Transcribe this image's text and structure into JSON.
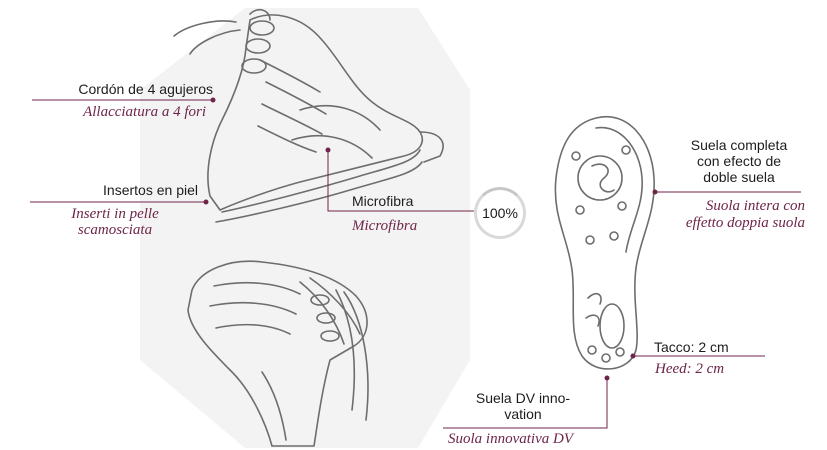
{
  "colors": {
    "accent": "#6e2548",
    "line": "#6e2548",
    "text": "#1d1d1d",
    "badge_ring": "#d9d9d9"
  },
  "callouts": {
    "lacing": {
      "es": "Cordón de 4 agujeros",
      "it": "Allacciatura a 4 fori"
    },
    "inserts": {
      "es": "Insertos en piel",
      "it_line1": "Inserti in pelle",
      "it_line2": "scamosciata"
    },
    "material": {
      "es": "Microfibra",
      "it": "Microfibra",
      "percent": "100%"
    },
    "sole": {
      "es_line1": "Suela completa",
      "es_line2": "con efecto de",
      "es_line3": "doble suela",
      "it_line1": "Suola intera con",
      "it_line2": "effetto doppia suola"
    },
    "heel": {
      "es": "Tacco: 2 cm",
      "it": "Heed: 2 cm"
    },
    "dv": {
      "es_line1": "Suela DV inno-",
      "es_line2": "vation",
      "it": "Suola innovativa DV"
    }
  },
  "illustrations": [
    "shoe-side-view",
    "shoe-top-view",
    "shoe-sole-view"
  ]
}
